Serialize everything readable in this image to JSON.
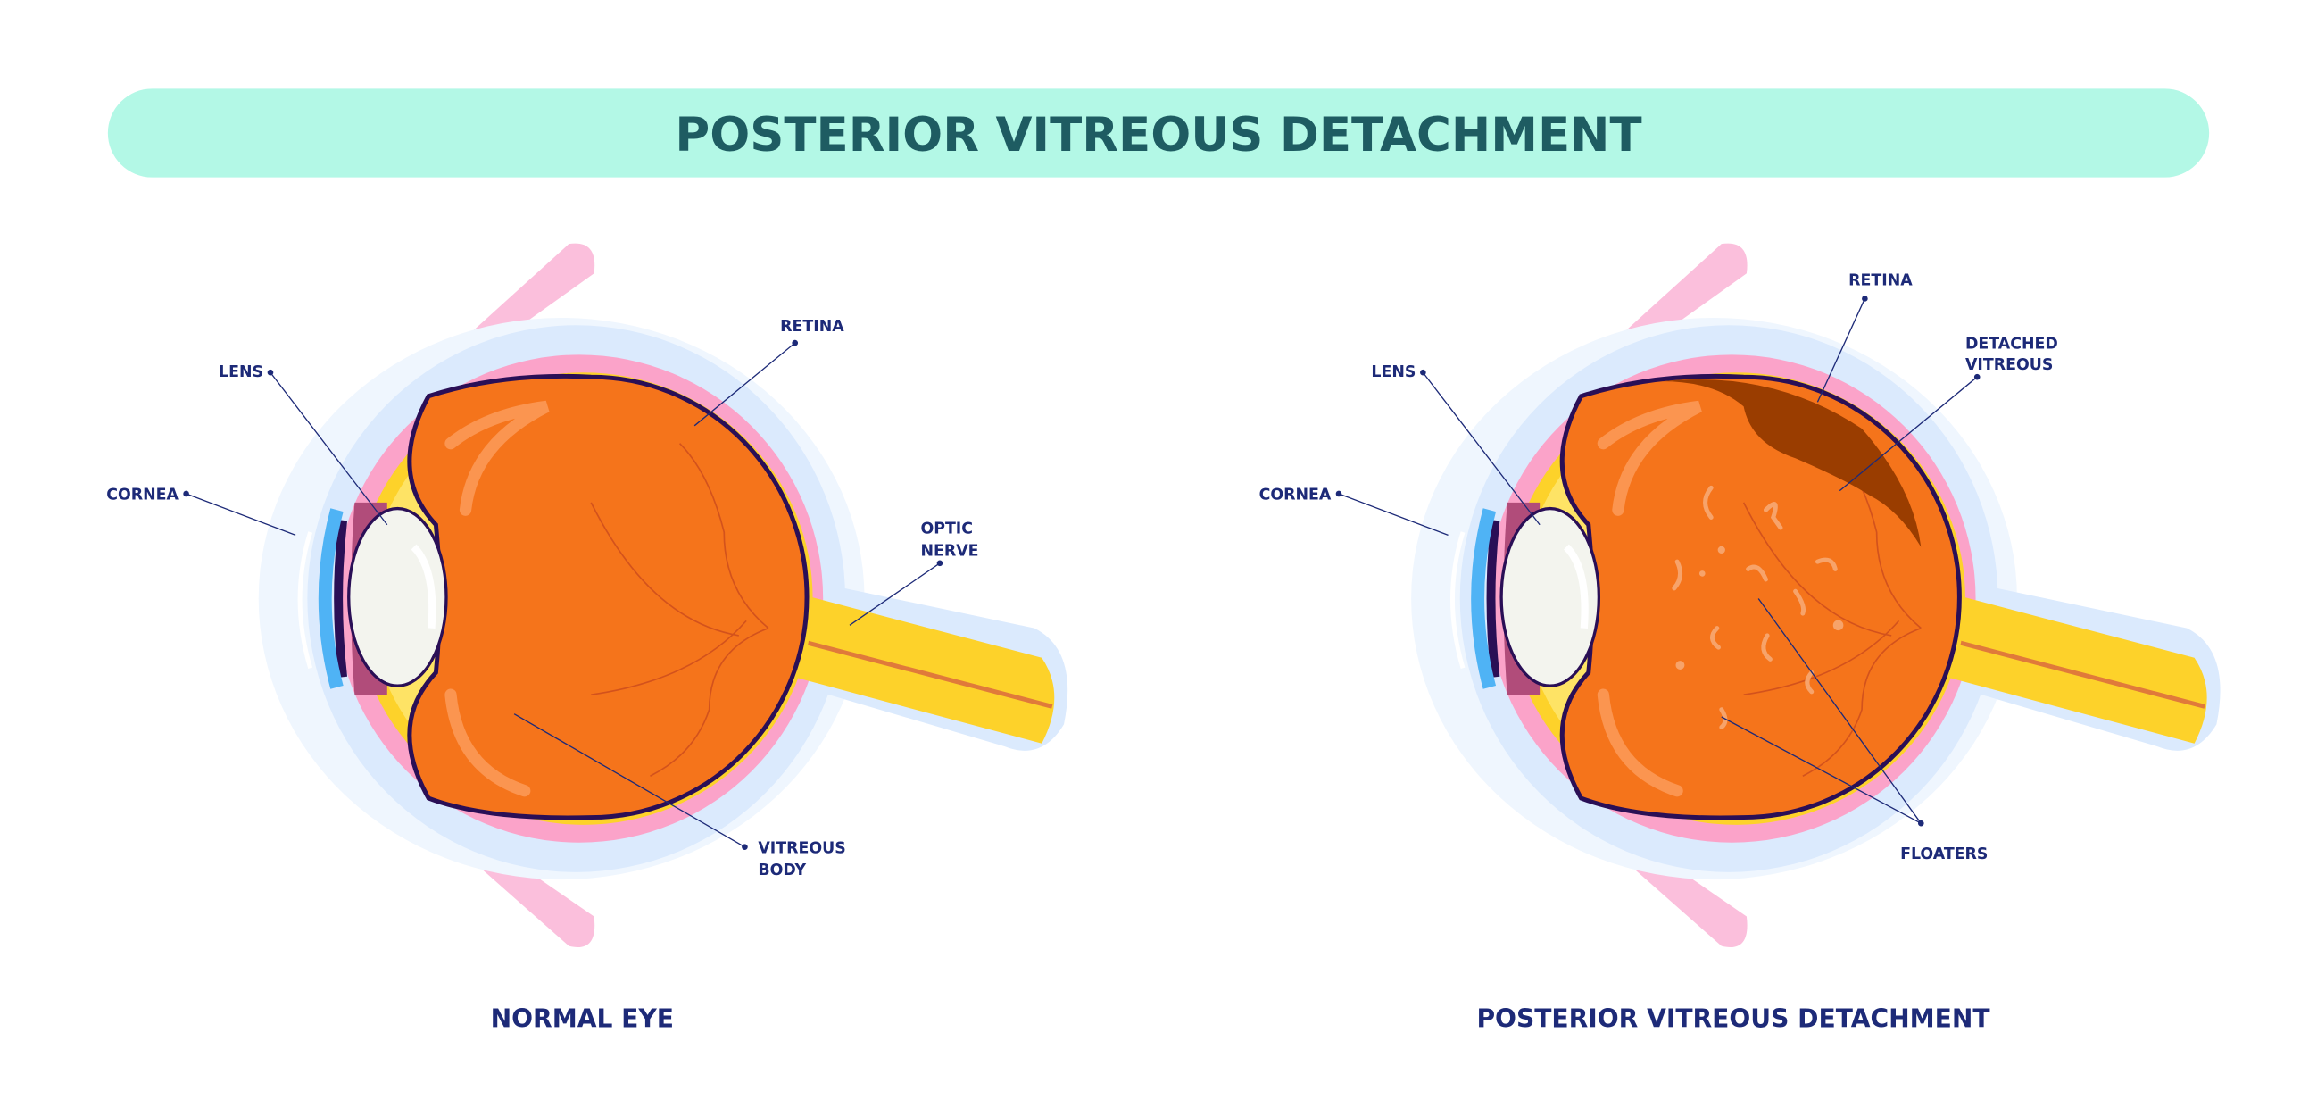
{
  "title": "POSTERIOR VITREOUS DETACHMENT",
  "normal_eye": {
    "caption": "NORMAL EYE",
    "labels": {
      "lens": "LENS",
      "cornea": "CORNEA",
      "retina": "RETINA",
      "optic_nerve_1": "OPTIC",
      "optic_nerve_2": "NERVE",
      "vitreous_body_1": "VITREOUS",
      "vitreous_body_2": "BODY"
    }
  },
  "pvd_eye": {
    "caption": "POSTERIOR VITREOUS DETACHMENT",
    "labels": {
      "lens": "LENS",
      "cornea": "CORNEA",
      "retina": "RETINA",
      "detached_vitreous_1": "DETACHED",
      "detached_vitreous_2": "VITREOUS",
      "floaters": "FLOATERS"
    }
  },
  "colors": {
    "banner": "#b3f8e6",
    "title": "#1e5c62",
    "label": "#1d2a78",
    "vitreous": "#f5741b",
    "detached": "#9a3d00",
    "retina": "#fdd22a",
    "sclera": "#fba3c9"
  }
}
